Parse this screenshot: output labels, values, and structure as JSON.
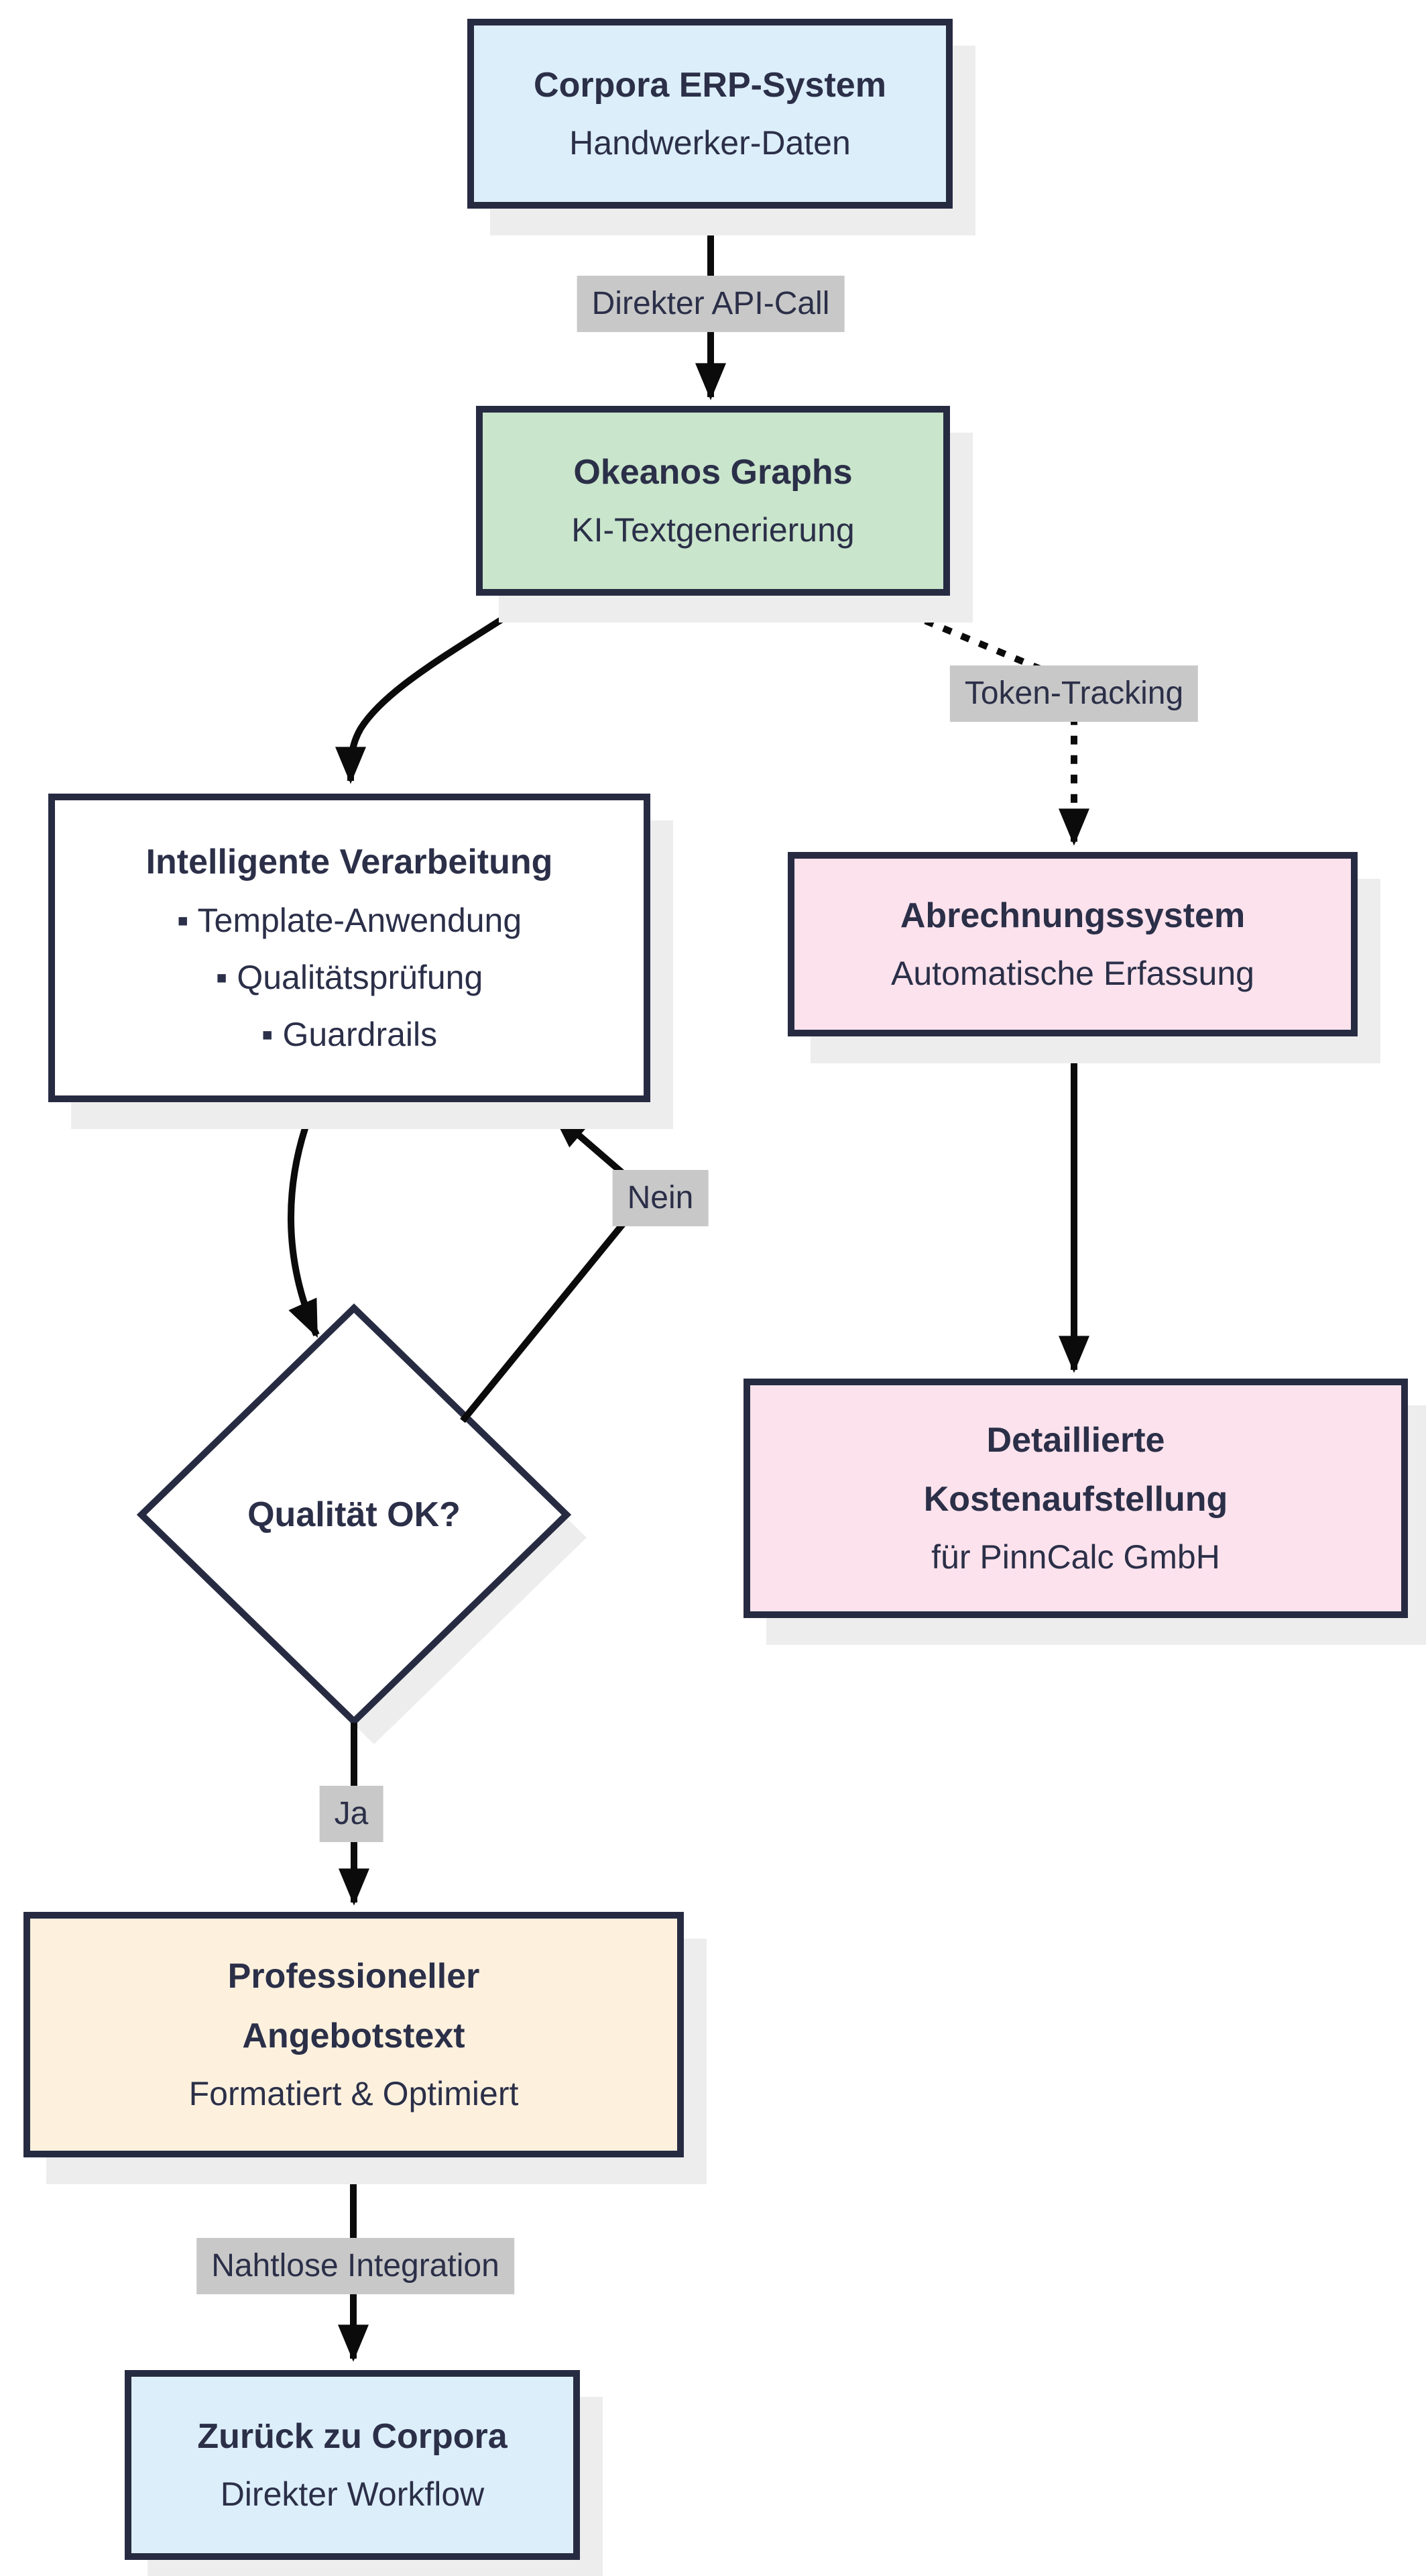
{
  "diagram": {
    "nodes": {
      "corpora": {
        "title": "Corpora ERP-System",
        "subtitle": "Handwerker-Daten"
      },
      "okeanos": {
        "title": "Okeanos Graphs",
        "subtitle": "KI-Textgenerierung"
      },
      "verarbeitung": {
        "title": "Intelligente Verarbeitung",
        "items": [
          "▪ Template-Anwendung",
          "▪ Qualitätsprüfung",
          "▪ Guardrails"
        ]
      },
      "abrechnung": {
        "title": "Abrechnungssystem",
        "subtitle": "Automatische Erfassung"
      },
      "kosten": {
        "line1": "Detaillierte",
        "line2": "Kostenaufstellung",
        "subtitle": "für PinnCalc GmbH"
      },
      "decision": {
        "label": "Qualität OK?"
      },
      "angebot": {
        "line1": "Professioneller",
        "line2": "Angebotstext",
        "subtitle": "Formatiert & Optimiert"
      },
      "zurueck": {
        "title": "Zurück zu Corpora",
        "subtitle": "Direkter Workflow"
      }
    },
    "edge_labels": {
      "api_call": "Direkter API-Call",
      "token_tracking": "Token-Tracking",
      "nein": "Nein",
      "ja": "Ja",
      "integration": "Nahtlose Integration"
    },
    "colors": {
      "background": "#ffffff",
      "node_border": "#272b42",
      "text": "#2b2f48",
      "arrow": "#0b0b0b",
      "edge_label_bg": "#c8c8c8",
      "shadow": "#ededed",
      "blue": "#dceefa",
      "green": "#c9e5cb",
      "pink": "#fbe2ec",
      "cream": "#fdf1de",
      "white": "#ffffff"
    }
  }
}
